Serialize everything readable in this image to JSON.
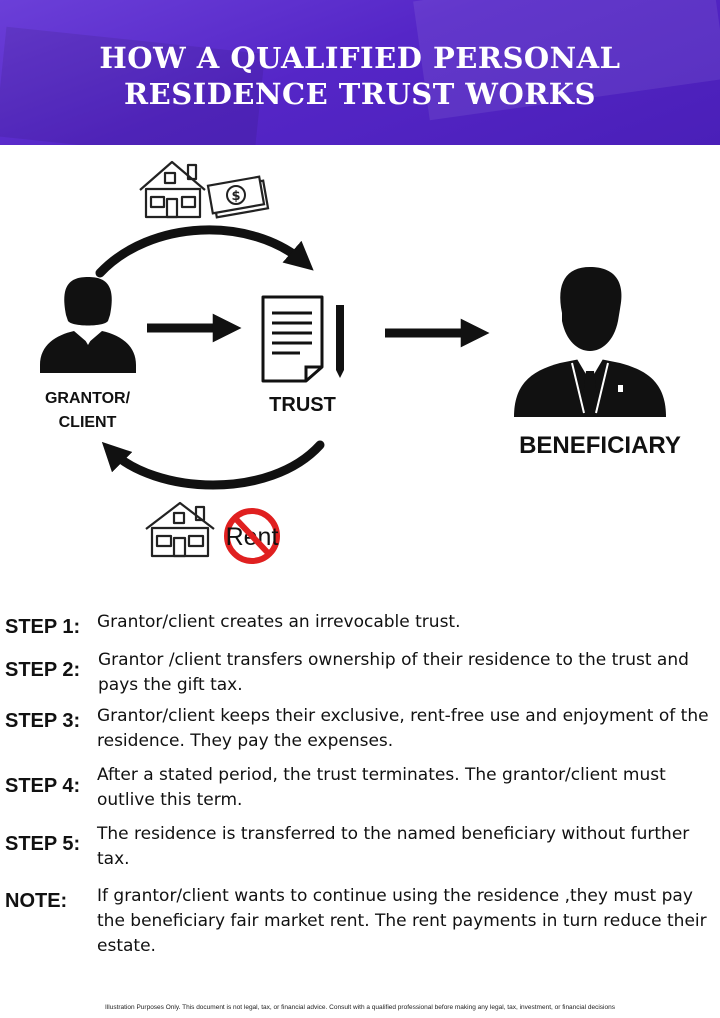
{
  "header": {
    "title_line1": "HOW A QUALIFIED PERSONAL",
    "title_line2": "RESIDENCE TRUST WORKS"
  },
  "diagram": {
    "grantor_label_line1": "GRANTOR/",
    "grantor_label_line2": "CLIENT",
    "trust_label": "TRUST",
    "beneficiary_label": "BENEFICIARY",
    "no_rent_text": "Rent",
    "money_symbol": "$"
  },
  "steps": [
    {
      "label": "STEP 1:",
      "text": "Grantor/client creates an irrevocable trust."
    },
    {
      "label": "STEP 2:",
      "text": "Grantor /client transfers ownership of their residence to the trust and pays the gift tax."
    },
    {
      "label": "STEP 3:",
      "text": "Grantor/client keeps their exclusive, rent-free use and enjoyment of the residence. They pay the expenses."
    },
    {
      "label": "STEP 4:",
      "text": "After a stated period, the trust terminates. The grantor/client must outlive this term."
    },
    {
      "label": "STEP 5:",
      "text": "The residence is transferred to the named beneficiary without further tax."
    }
  ],
  "note": {
    "label": "NOTE:",
    "text": "If grantor/client wants to continue using the residence ,they must pay the beneficiary fair market rent. The rent payments in turn reduce their estate."
  },
  "footer": {
    "disclaimer": "Illustration Purposes Only. This document is not legal, tax, or financial advice. Consult with a qualified professional before making any legal, tax, investment, or financial decisions"
  },
  "colors": {
    "header_purple": "#5526c7",
    "no_sign_red": "#e02020"
  }
}
